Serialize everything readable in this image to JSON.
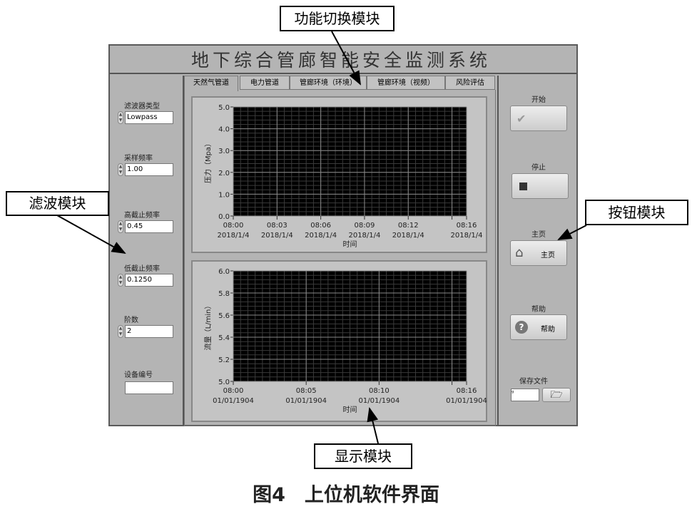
{
  "window": {
    "title": "地下综合管廊智能安全监测系统"
  },
  "tabs": [
    "天然气管道",
    "电力管道",
    "管廊环境（环境）",
    "管廊环境（视频）",
    "风险评估"
  ],
  "filter": {
    "fields": [
      {
        "label": "滤波器类型",
        "value": "Lowpass"
      },
      {
        "label": "采样频率",
        "value": "1.00"
      },
      {
        "label": "高截止频率",
        "value": "0.45"
      },
      {
        "label": "低截止频率",
        "value": "0.1250"
      },
      {
        "label": "阶数",
        "value": "2"
      }
    ],
    "device_label": "设备编号",
    "device_value": ""
  },
  "buttons": {
    "start_label": "开始",
    "stop_label": "停止",
    "home_label": "主页",
    "home_text": "主页",
    "help_label": "帮助",
    "help_text": "帮助",
    "save_label": "保存文件"
  },
  "annotations": {
    "tabs": "功能切换模块",
    "filter": "滤波模块",
    "buttons": "按钮模块",
    "display": "显示模块"
  },
  "caption": "图4　上位机软件界面",
  "chart_data": [
    {
      "type": "line",
      "ylabel": "压力（Mpa）",
      "xlabel": "时间",
      "ylim": [
        0,
        5
      ],
      "yticks": [
        "0.0",
        "1.0",
        "2.0",
        "3.0",
        "4.0",
        "5.0"
      ],
      "xlim_minutes": [
        0,
        16
      ],
      "xticks": [
        {
          "m": 0,
          "t": "08:00",
          "d": "2018/1/4"
        },
        {
          "m": 3,
          "t": "08:03",
          "d": "2018/1/4"
        },
        {
          "m": 6,
          "t": "08:06",
          "d": "2018/1/4"
        },
        {
          "m": 9,
          "t": "08:09",
          "d": "2018/1/4"
        },
        {
          "m": 12,
          "t": "08:12",
          "d": "2018/1/4"
        },
        {
          "m": 15,
          "t": "",
          "d": ""
        },
        {
          "m": 16,
          "t": "08:16",
          "d": "2018/1/4"
        }
      ],
      "series": [],
      "grid": true,
      "background": "#000000"
    },
    {
      "type": "line",
      "ylabel": "流量（L/min）",
      "xlabel": "时间",
      "ylim": [
        5,
        6
      ],
      "yticks": [
        "5.0",
        "5.2",
        "5.4",
        "5.6",
        "5.8",
        "6.0"
      ],
      "xlim_minutes": [
        0,
        16
      ],
      "xticks": [
        {
          "m": 0,
          "t": "08:00",
          "d": "01/01/1904"
        },
        {
          "m": 5,
          "t": "08:05",
          "d": "01/01/1904"
        },
        {
          "m": 10,
          "t": "08:10",
          "d": "01/01/1904"
        },
        {
          "m": 15,
          "t": "",
          "d": ""
        },
        {
          "m": 16,
          "t": "08:16",
          "d": "01/01/1904"
        }
      ],
      "series": [],
      "grid": true,
      "background": "#000000"
    }
  ]
}
